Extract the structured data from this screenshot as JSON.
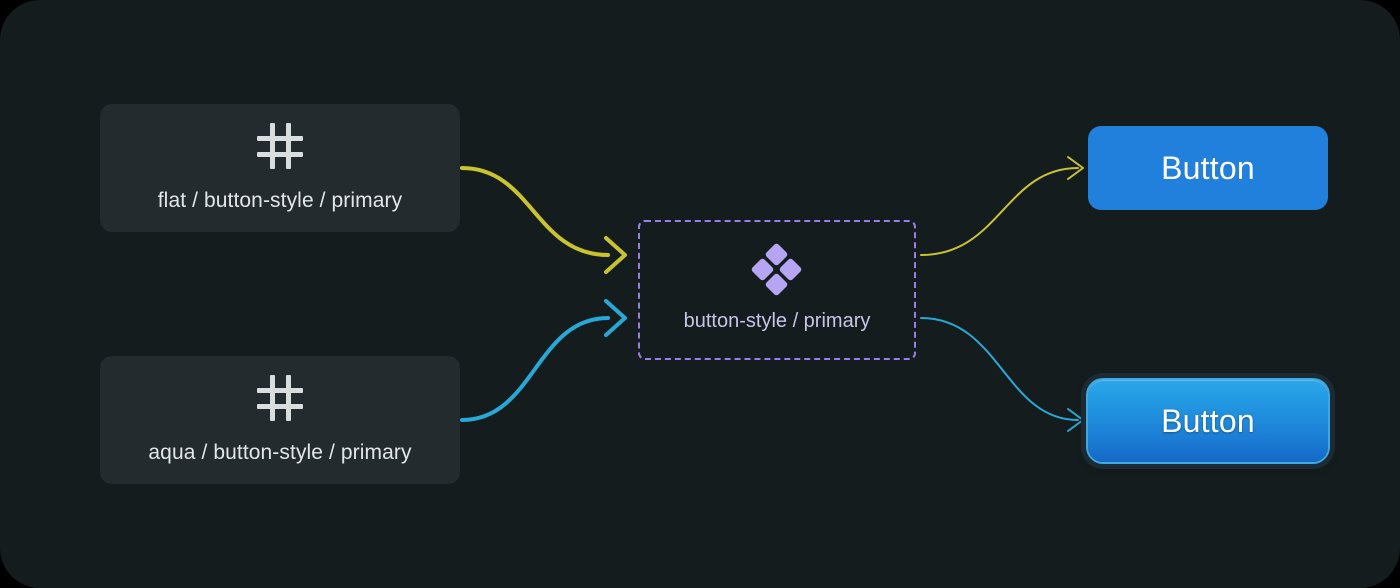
{
  "canvas": {
    "background": "#151C1E",
    "page_background": "#000000",
    "corner_radius": 40
  },
  "source_cards": [
    {
      "id": "flat-token",
      "label": "flat / button-style / primary",
      "icon": "hash-icon",
      "background": "#242B2E",
      "text_color": "#E3E6E8"
    },
    {
      "id": "aqua-token",
      "label": "aqua / button-style / primary",
      "icon": "hash-icon",
      "background": "#242B2E",
      "text_color": "#E3E6E8"
    }
  ],
  "composed_node": {
    "label": "button-style / primary",
    "icon": "diamond-cluster-icon",
    "border_color": "#9B7CF0",
    "border_style": "dashed",
    "text_color": "#C9C3E8",
    "icon_color": "#B5A5F2"
  },
  "outputs": [
    {
      "id": "flat-button",
      "label": "Button",
      "style": "flat",
      "fill": "#2180DB",
      "text_color": "#FFFFFF"
    },
    {
      "id": "aqua-button",
      "label": "Button",
      "style": "aqua",
      "fill_top": "#2EA7E8",
      "fill_bottom": "#1569C6",
      "text_color": "#FFFFFF"
    }
  ],
  "connectors": [
    {
      "id": "flat-token-to-node",
      "color": "#C9C42E",
      "width": 4,
      "arrowhead": "chevron"
    },
    {
      "id": "aqua-token-to-node",
      "color": "#26A9D6",
      "width": 4,
      "arrowhead": "chevron"
    },
    {
      "id": "node-to-flat-button",
      "color": "#C9C42E",
      "width": 2,
      "arrowhead": "chevron"
    },
    {
      "id": "node-to-aqua-button",
      "color": "#26A9D6",
      "width": 2,
      "arrowhead": "chevron"
    }
  ]
}
